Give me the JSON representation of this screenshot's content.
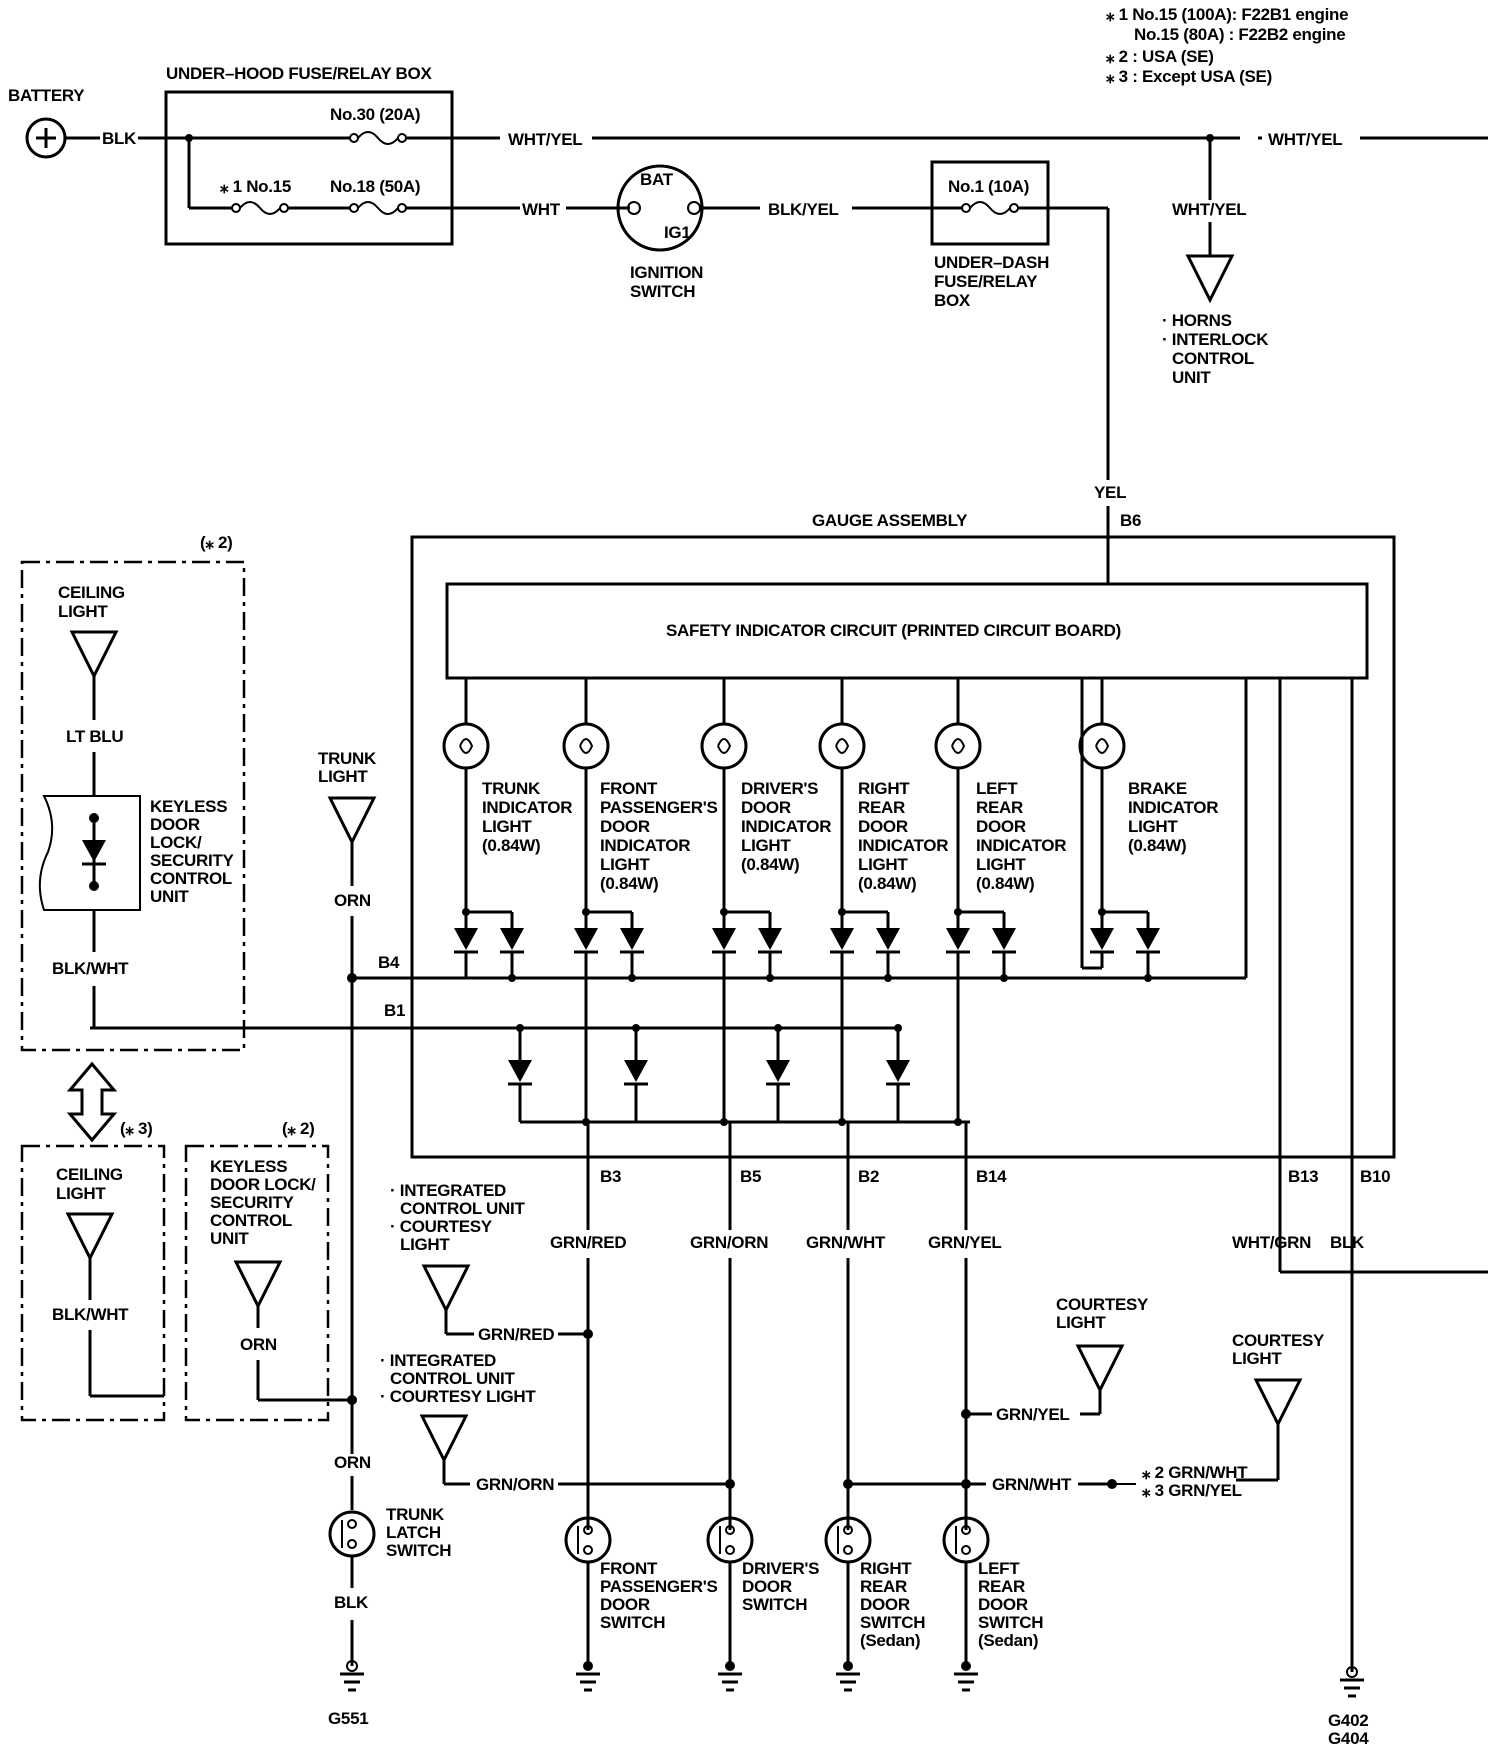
{
  "notes": {
    "n1a": "⁎ 1 No.15 (100A): F22B1 engine",
    "n1b": "No.15 (80A)  : F22B2 engine",
    "n2": "⁎ 2 : USA (SE)",
    "n3": "⁎ 3 : Except USA (SE)"
  },
  "power": {
    "battery": "BATTERY",
    "blk": "BLK",
    "underhood_box": "UNDER–HOOD FUSE/RELAY BOX",
    "fuse30": "No.30 (20A)",
    "fuse15": "⁎ 1 No.15",
    "fuse18": "No.18 (50A)",
    "wht_yel": "WHT/YEL",
    "wht": "WHT",
    "bat": "BAT",
    "ig1": "IG1",
    "ignition1": "IGNITION",
    "ignition2": "SWITCH",
    "blk_yel": "BLK/YEL",
    "fuse1": "No.1 (10A)",
    "underdash1": "UNDER–DASH",
    "underdash2": "FUSE/RELAY",
    "underdash3": "BOX",
    "wht_yel2": "WHT/YEL",
    "wht_yel3": "WHT/YEL",
    "horns1": "· HORNS",
    "horns2": "· INTERLOCK",
    "horns3": "CONTROL",
    "horns4": "UNIT",
    "yel": "YEL",
    "b6": "B6"
  },
  "gauge": {
    "title": "GAUGE ASSEMBLY",
    "pcb": "SAFETY INDICATOR CIRCUIT (PRINTED CIRCUIT BOARD)",
    "b4": "B4",
    "b1": "B1",
    "lights": [
      {
        "l1": "TRUNK",
        "l2": "INDICATOR",
        "l3": "LIGHT",
        "l4": "(0.84W)",
        "l5": ""
      },
      {
        "l1": "FRONT",
        "l2": "PASSENGER'S",
        "l3": "DOOR",
        "l4": "INDICATOR",
        "l5": "LIGHT",
        "l6": "(0.84W)"
      },
      {
        "l1": "DRIVER'S",
        "l2": "DOOR",
        "l3": "INDICATOR",
        "l4": "LIGHT",
        "l5": "(0.84W)"
      },
      {
        "l1": "RIGHT",
        "l2": "REAR",
        "l3": "DOOR",
        "l4": "INDICATOR",
        "l5": "LIGHT",
        "l6": "(0.84W)"
      },
      {
        "l1": "LEFT",
        "l2": "REAR",
        "l3": "DOOR",
        "l4": "INDICATOR",
        "l5": "LIGHT",
        "l6": "(0.84W)"
      },
      {
        "l1": "BRAKE",
        "l2": "INDICATOR",
        "l3": "LIGHT",
        "l4": "(0.84W)"
      }
    ]
  },
  "pins": {
    "b3": "B3",
    "b5": "B5",
    "b2": "B2",
    "b14": "B14",
    "b13": "B13",
    "b10": "B10"
  },
  "wires": {
    "grn_red": "GRN/RED",
    "grn_orn": "GRN/ORN",
    "grn_wht": "GRN/WHT",
    "grn_yel": "GRN/YEL",
    "wht_grn": "WHT/GRN",
    "blk": "BLK",
    "grn_red2": "GRN/RED",
    "grn_orn2": "GRN/ORN",
    "grn_yel2": "GRN/YEL",
    "grn_wht2": "GRN/WHT",
    "s2": "⁎ 2 GRN/WHT",
    "s3": "⁎ 3 GRN/YEL",
    "orn": "ORN",
    "orn2": "ORN",
    "orn3": "ORN",
    "blk2": "BLK",
    "lt_blu": "LT BLU",
    "blk_wht": "BLK/WHT",
    "blk_wht2": "BLK/WHT"
  },
  "left": {
    "star2": "(⁎ 2)",
    "star3": "(⁎ 3)",
    "star2b": "(⁎ 2)",
    "ceiling1": "CEILING",
    "ceiling2": "LIGHT",
    "keyless1": "KEYLESS",
    "keyless2": "DOOR",
    "keyless3": "LOCK/",
    "keyless4": "SECURITY",
    "keyless5": "CONTROL",
    "keyless6": "UNIT",
    "ceilingb1": "CEILING",
    "ceilingb2": "LIGHT",
    "keylessb1": "KEYLESS",
    "keylessb2": "DOOR LOCK/",
    "keylessb3": "SECURITY",
    "keylessb4": "CONTROL",
    "keylessb5": "UNIT",
    "trunk1": "TRUNK",
    "trunk2": "LIGHT"
  },
  "loads": {
    "icu1a": "· INTEGRATED",
    "icu1b": "CONTROL UNIT",
    "icu1c": "· COURTESY",
    "icu1d": "LIGHT",
    "icu2a": "· INTEGRATED",
    "icu2b": "CONTROL UNIT",
    "icu2c": "· COURTESY LIGHT",
    "court1a": "COURTESY",
    "court1b": "LIGHT",
    "court2a": "COURTESY",
    "court2b": "LIGHT"
  },
  "switches": {
    "trunk1": "TRUNK",
    "trunk2": "LATCH",
    "trunk3": "SWITCH",
    "fp1": "FRONT",
    "fp2": "PASSENGER'S",
    "fp3": "DOOR",
    "fp4": "SWITCH",
    "dr1": "DRIVER'S",
    "dr2": "DOOR",
    "dr3": "SWITCH",
    "rr1": "RIGHT",
    "rr2": "REAR",
    "rr3": "DOOR",
    "rr4": "SWITCH",
    "rr5": "(Sedan)",
    "lr1": "LEFT",
    "lr2": "REAR",
    "lr3": "DOOR",
    "lr4": "SWITCH",
    "lr5": "(Sedan)"
  },
  "grounds": {
    "g551": "G551",
    "g402": "G402",
    "g404": "G404"
  }
}
